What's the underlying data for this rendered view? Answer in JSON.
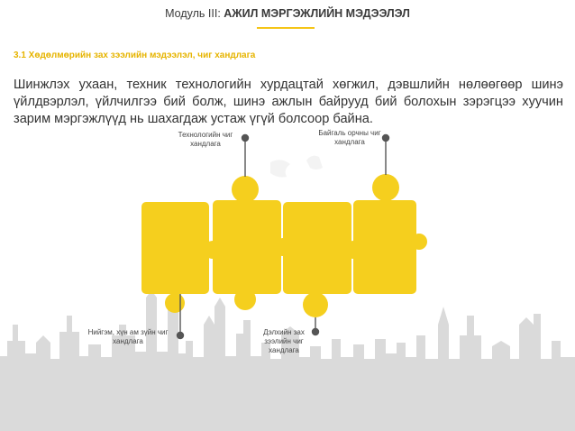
{
  "header": {
    "module_label": "Модуль III:",
    "module_title": "АЖИЛ МЭРГЭЖЛИЙН МЭДЭЭЛЭЛ"
  },
  "section": {
    "title": "3.1 Хөдөлмөрийн зах зээлийн мэдээлэл, чиг хандлага"
  },
  "body_text": "Шинжлэх ухаан, техник технологийн хурдацтай хөгжил, дэвшлийн нөлөөгөөр шинэ үйлдвэрлэл, үйлчилгээ бий болж, шинэ ажлын байрууд бий болохын зэрэгцээ хуучин зарим мэргэжлүүд нь шахагдаж устаж үгүй болсоор байна.",
  "puzzle": {
    "color": "#f5cf1e",
    "labels": {
      "technology": "Технологийн чиг хандлага",
      "nature": "Байгаль орчны чиг хандлага",
      "society": "Нийгэм, хүн ам зүйн чиг хандлага",
      "world_market": "Дэлхийн зах зээлийн чиг хандлага"
    }
  },
  "skyline": {
    "color": "#dadada"
  }
}
